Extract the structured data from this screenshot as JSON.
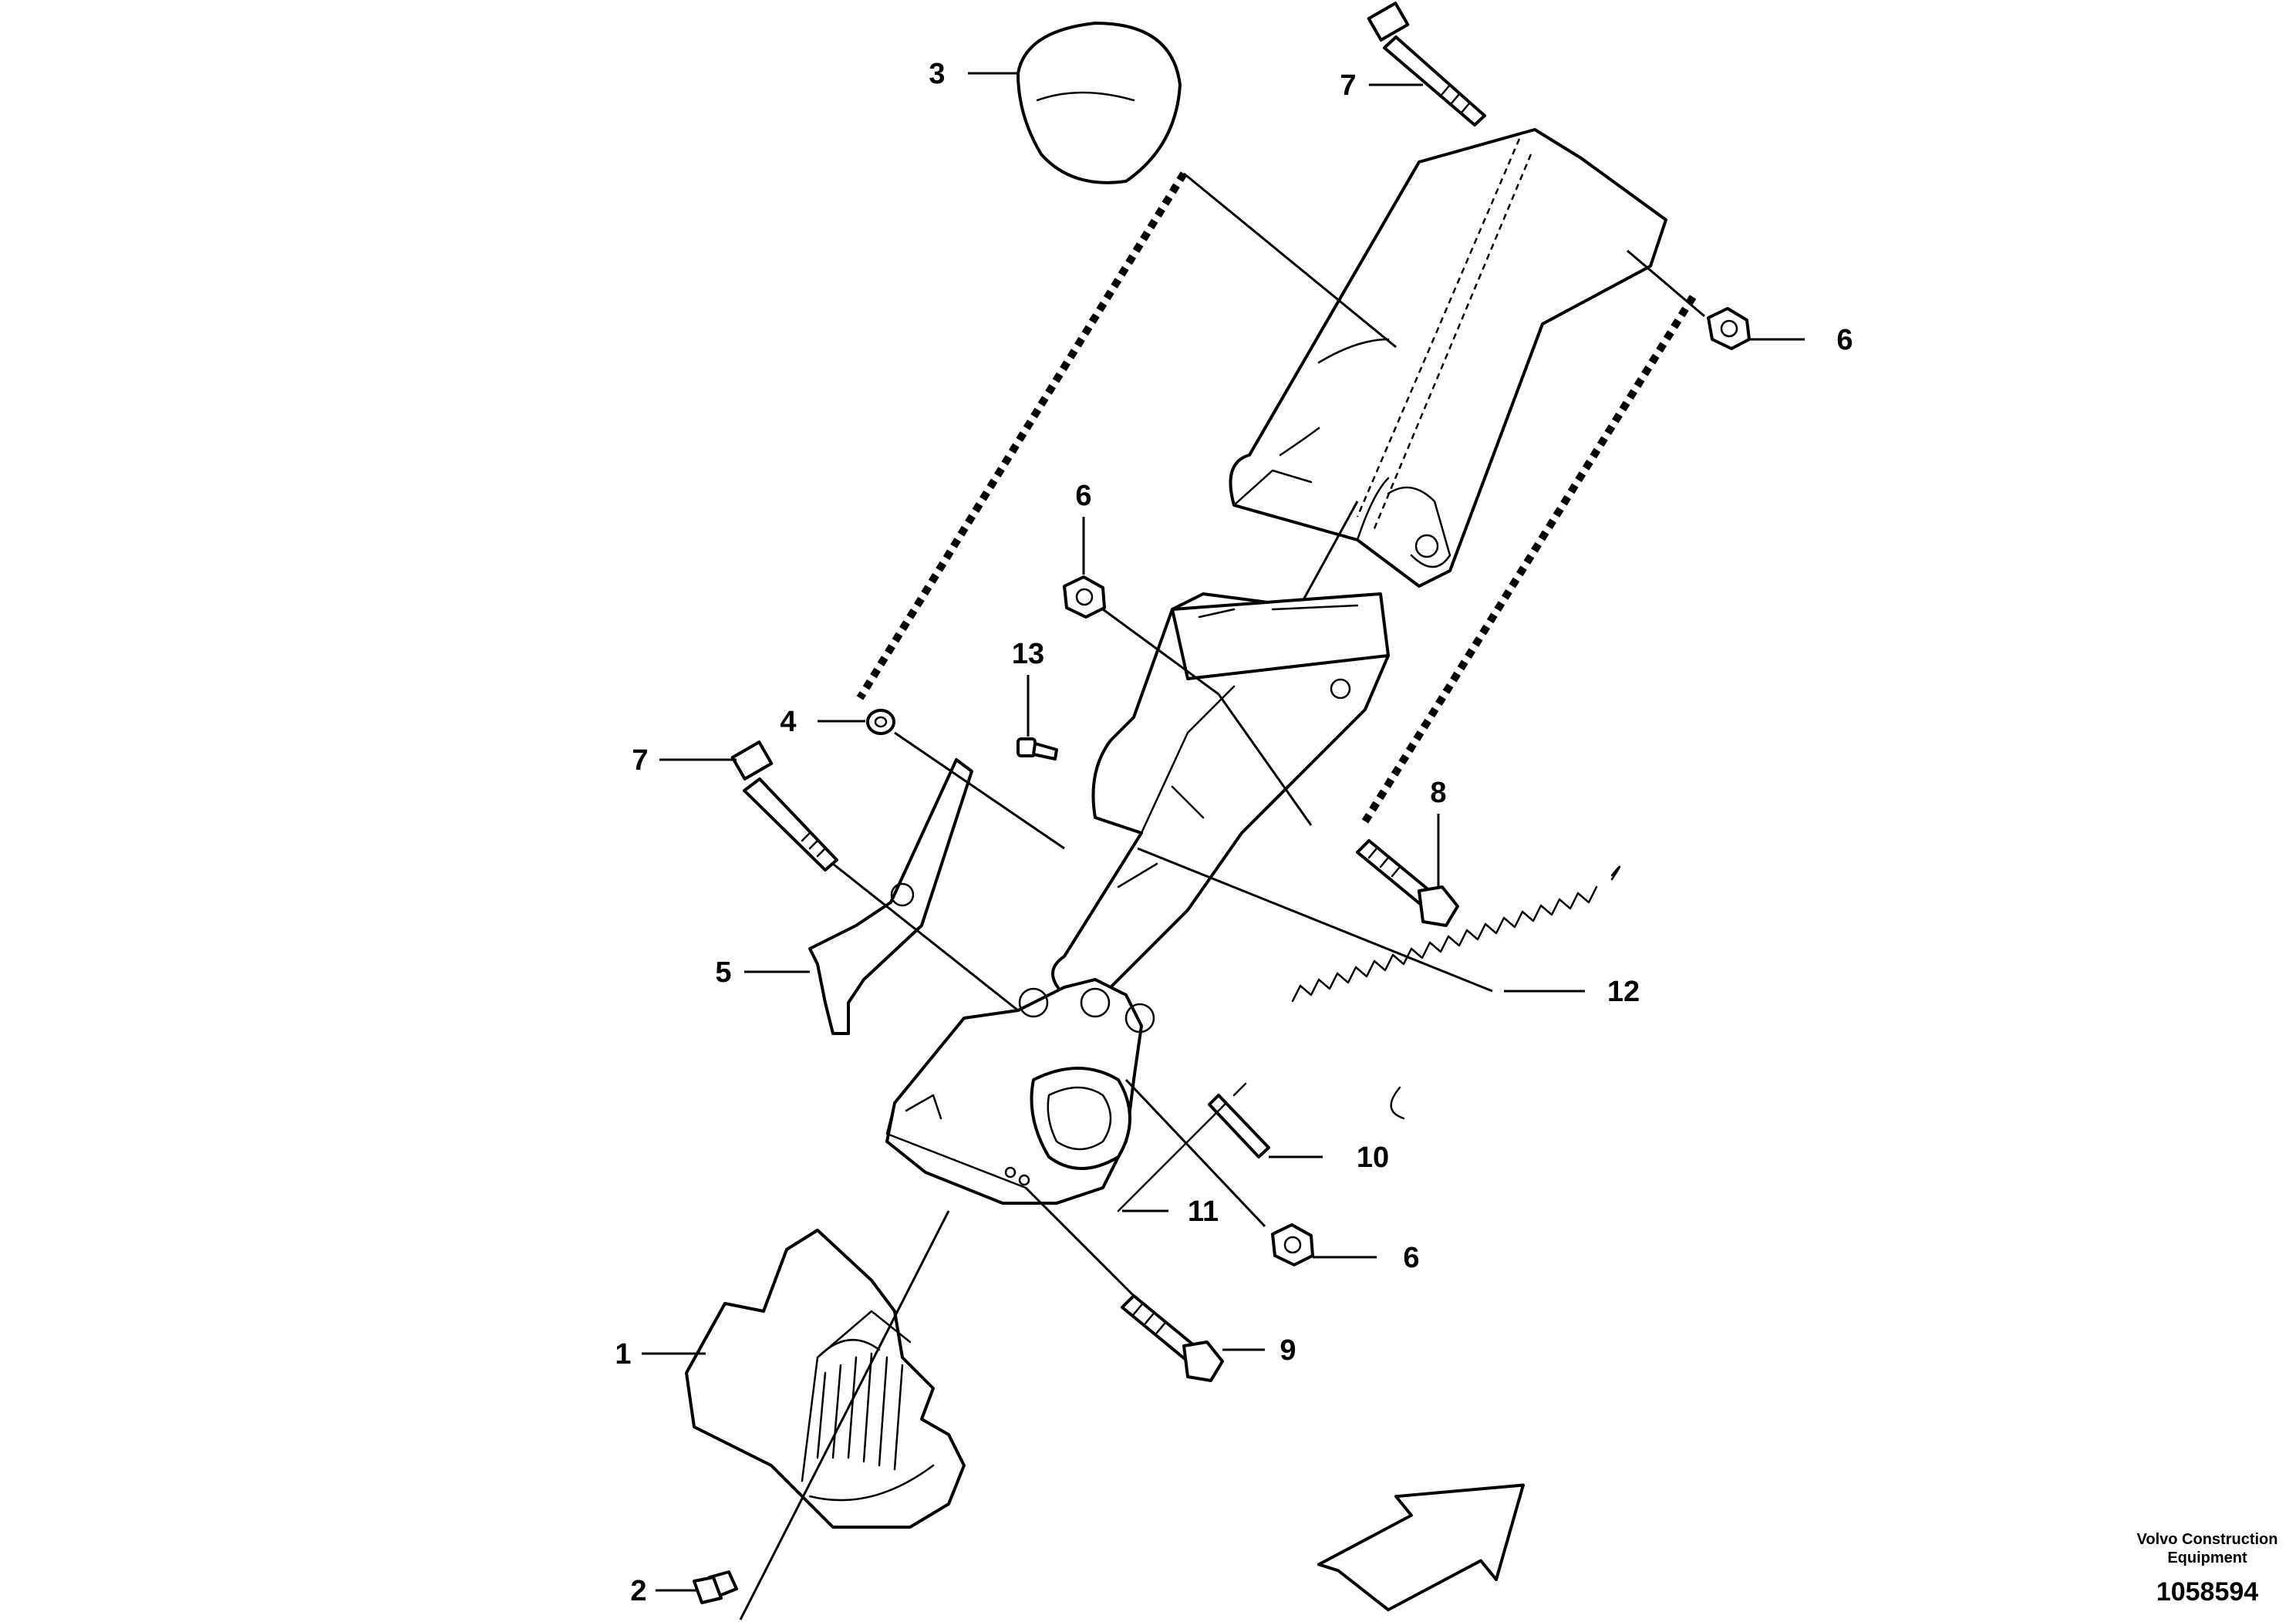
{
  "diagram": {
    "callouts": {
      "c1": "1",
      "c2": "2",
      "c3": "3",
      "c4": "4",
      "c5": "5",
      "c6a": "6",
      "c6b": "6",
      "c6c": "6",
      "c7a": "7",
      "c7b": "7",
      "c8": "8",
      "c9": "9",
      "c10": "10",
      "c11": "11",
      "c12": "12",
      "c13": "13"
    },
    "brand_line1": "Volvo Construction",
    "brand_line2": "Equipment",
    "document_number": "1058594"
  }
}
